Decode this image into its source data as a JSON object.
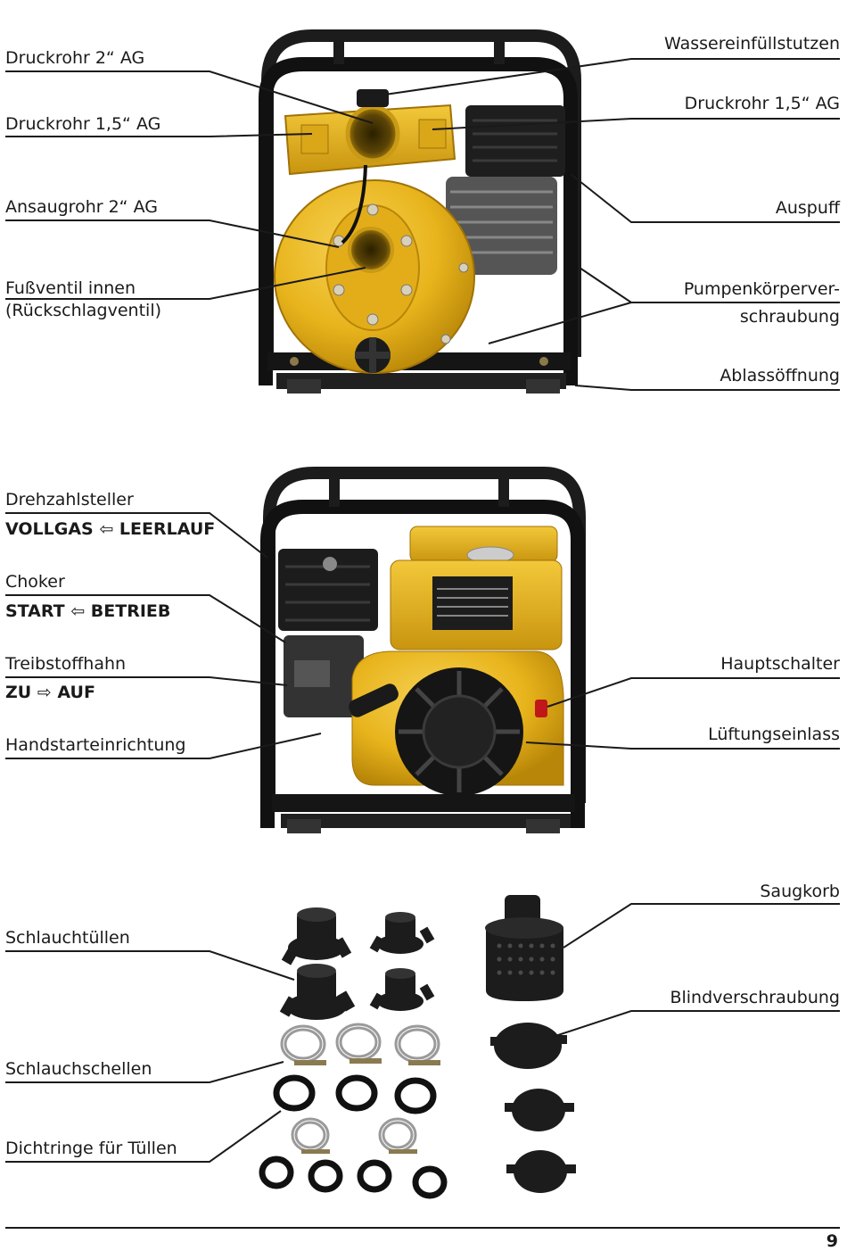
{
  "section1": {
    "druckrohr_2_left": "Druckrohr 2“ AG",
    "druckrohr_15_left": "Druckrohr 1,5“ AG",
    "ansaugrohr": "Ansaugrohr 2“ AG",
    "fussventil_line1": "Fußventil innen",
    "fussventil_line2": "(Rückschlagventil)",
    "wassereinfuell": "Wassereinfüllstutzen",
    "druckrohr_15_right": "Druckrohr 1,5“ AG",
    "auspuff": "Auspuff",
    "pumpenkoerper_line1": "Pumpenkörperver-",
    "pumpenkoerper_line2": "schraubung",
    "ablass": "Ablassöffnung"
  },
  "section2": {
    "drehzahlsteller": "Drehzahlsteller",
    "drehzahl_state_a": "VOLLGAS",
    "drehzahl_state_b": "LEERLAUF",
    "choker": "Choker",
    "choker_state_a": "START",
    "choker_state_b": "BETRIEB",
    "treibstoffhahn": "Treibstoffhahn",
    "treibstoff_state_a": "ZU",
    "treibstoff_state_b": "AUF",
    "handstart": "Handstarteinrichtung",
    "hauptschalter": "Hauptschalter",
    "lueftung": "Lüftungseinlass"
  },
  "section3": {
    "schlauchtuellen": "Schlauchtüllen",
    "schlauchschellen": "Schlauchschellen",
    "dichtringe": "Dichtringe für Tüllen",
    "saugkorb": "Saugkorb",
    "blindverschraubung": "Blindverschraubung"
  },
  "arrows": {
    "left": "⇦",
    "right": "⇨"
  },
  "colors": {
    "pump_yellow": "#e8b41c",
    "frame_black": "#1c1c1c",
    "line": "#1a1a1a"
  },
  "footer": {
    "page_number": "9"
  }
}
